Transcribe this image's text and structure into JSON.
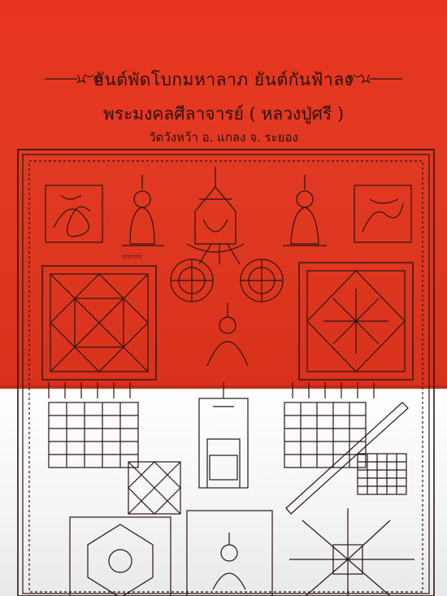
{
  "banner": {
    "title": "ยันต์พัดโบกมหาลาภ ยันต์กันฟ้าลง",
    "subtitle": "พระมงคลศีลาจารย์ ( หลวงปู่ศรี )",
    "location": "วัดวังหว้า อ. แกลง จ. ระยอง"
  },
  "colors": {
    "red_panel": "#e2361f",
    "white_panel": "#f4f4f4",
    "ink": "#2b1010"
  }
}
